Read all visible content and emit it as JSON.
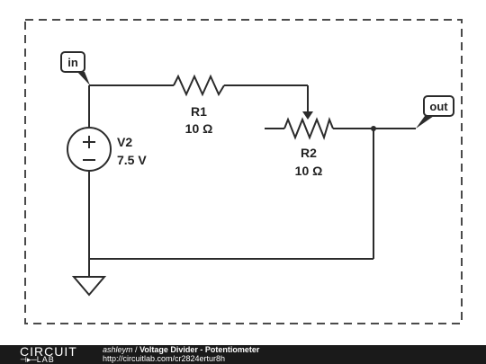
{
  "circuit": {
    "input_tag": "in",
    "output_tag": "out",
    "r1_name": "R1",
    "r1_value": "10 Ω",
    "r2_name": "R2",
    "r2_value": "10 Ω",
    "v2_name": "V2",
    "v2_value": "7.5 V"
  },
  "footer": {
    "logo_top": "CIRCUIT",
    "logo_bottom": "LAB",
    "author": "ashleym",
    "separator": "/",
    "title": "Voltage Divider - Potentiometer",
    "url": "http://circuitlab.com/cr2824ertur8h"
  },
  "colors": {
    "wire": "#2b2b2b",
    "footer_bg": "#1a1a1a",
    "border": "#4a4a4a"
  }
}
